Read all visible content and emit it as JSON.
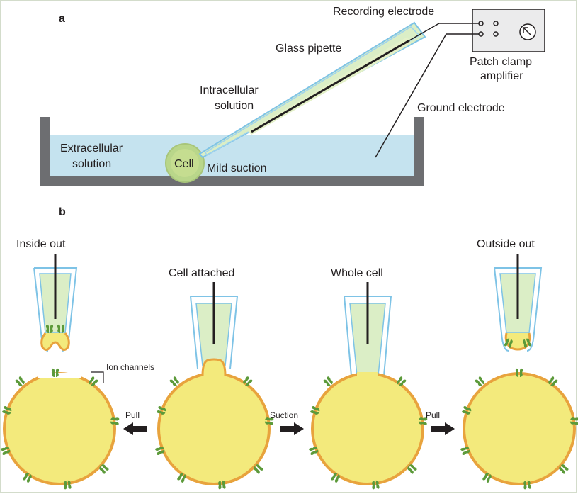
{
  "panels": {
    "a": {
      "letter": "a",
      "labels": {
        "recording_electrode": "Recording electrode",
        "glass_pipette": "Glass pipette",
        "patch_clamp_line1": "Patch clamp",
        "patch_clamp_line2": "amplifier",
        "intracellular_line1": "Intracellular",
        "intracellular_line2": "solution",
        "ground_electrode": "Ground electrode",
        "extracellular_line1": "Extracellular",
        "extracellular_line2": "solution",
        "cell": "Cell",
        "mild_suction": "Mild suction"
      }
    },
    "b": {
      "letter": "b",
      "configurations": [
        {
          "label": "Inside out"
        },
        {
          "label": "Cell attached"
        },
        {
          "label": "Whole cell"
        },
        {
          "label": "Outside out"
        }
      ],
      "ion_channels": "Ion channels",
      "arrows": [
        {
          "label": "Pull",
          "direction": "left"
        },
        {
          "label": "Suction",
          "direction": "right"
        },
        {
          "label": "Pull",
          "direction": "right"
        }
      ]
    }
  },
  "colors": {
    "cell_fill": "#f3ea7c",
    "membrane": "#e8a33d",
    "channel": "#5c9a3a",
    "pipette_outline": "#7ec3e6",
    "pipette_fill": "#dbeec6",
    "bath_fill": "#c5e3ef",
    "dish": "#6d6e71",
    "electrode": "#231f20"
  }
}
